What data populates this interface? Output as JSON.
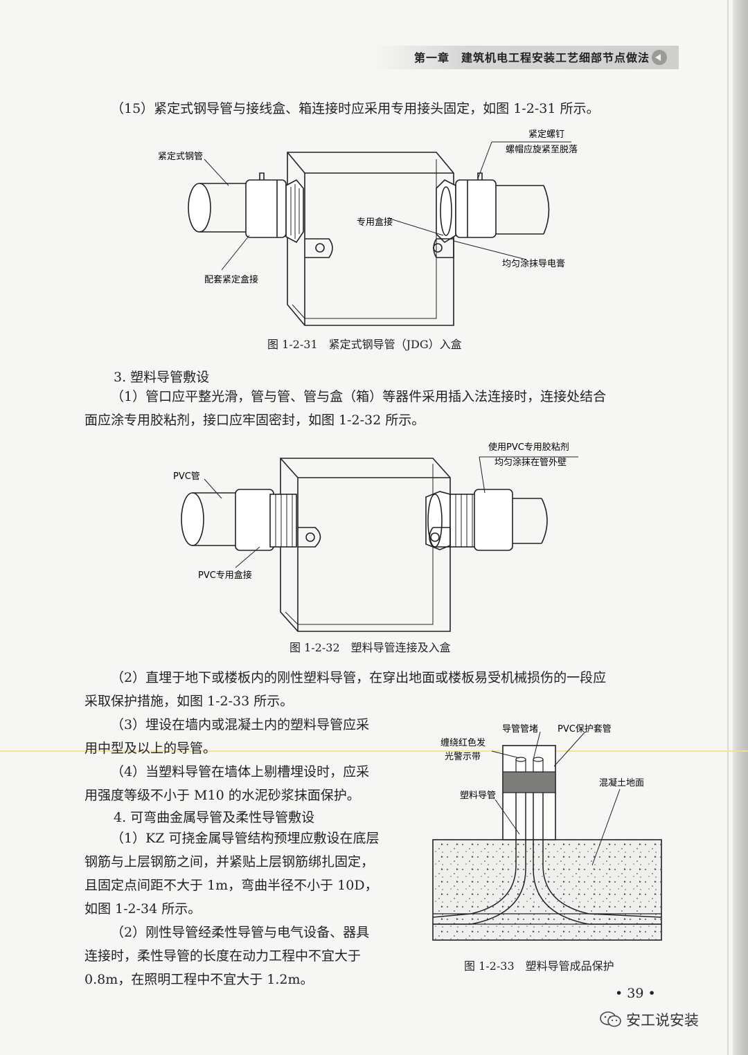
{
  "header": {
    "chapter_title": "第一章　建筑机电工程安装工艺细部节点做法"
  },
  "paragraphs": {
    "p15": "（15）紧定式钢导管与接线盒、箱连接时应采用专用接头固定，如图 1-2-31 所示。",
    "sec3": "3. 塑料导管敷设",
    "p1_line1": "（1）管口应平整光滑，管与管、管与盒（箱）等器件采用插入法连接时，连接处结合",
    "p1_line2": "面应涂专用胶粘剂，接口应牢固密封，如图 1-2-32 所示。",
    "p2_line1": "（2）直埋于地下或楼板内的刚性塑料导管，在穿出地面或楼板易受机械损伤的一段应",
    "p2_line2": "采取保护措施，如图 1-2-33 所示。",
    "p3_line1": "（3）埋设在墙内或混凝土内的塑料导管应采",
    "p3_line2": "用中型及以上的导管。",
    "p4_line1": "（4）当塑料导管在墙体上剔槽埋设时，应采",
    "p4_line2": "用强度等级不小于 M10 的水泥砂浆抹面保护。",
    "sec4": "4. 可弯曲金属导管及柔性导管敷设",
    "p41_line1": "（1）KZ 可挠金属导管结构预埋应敷设在底层",
    "p41_line2": "钢筋与上层钢筋之间，并紧贴上层钢筋绑扎固定，",
    "p41_line3": "且固定点间距不大于 1m，弯曲半径不小于 10D，",
    "p41_line4": "如图 1-2-34 所示。",
    "p42_line1": "（2）刚性导管经柔性导管与电气设备、器具",
    "p42_line2": "连接时，柔性导管的长度在动力工程中不宜大于",
    "p42_line3": "0.8m，在照明工程中不宜大于 1.2m。"
  },
  "fig31": {
    "caption": "图 1-2-31　紧定式钢导管（JDG）入盒",
    "label_pipe": "紧定式钢管",
    "label_screw1": "紧定螺钉",
    "label_screw2": "螺帽应旋紧至脱落",
    "label_connector": "专用盒接",
    "label_paste": "均匀涂抹导电膏",
    "label_matching": "配套紧定盒接"
  },
  "fig32": {
    "caption": "图 1-2-32　塑料导管连接及入盒",
    "label_pipe": "PVC管",
    "label_glue1": "使用PVC专用胶粘剂",
    "label_glue2": "均匀涂抹在管外壁",
    "label_connector": "PVC专用盒接"
  },
  "fig33": {
    "caption": "图 1-2-33　塑料导管成品保护",
    "label_plug": "导管管堵",
    "label_sleeve": "PVC保护套管",
    "label_tape1": "缠绕红色发",
    "label_tape2": "光警示带",
    "label_pipe": "塑料导管",
    "label_ground": "混凝土地面"
  },
  "footer": {
    "page_number": "• 39 •",
    "watermark": "安工说安装"
  }
}
